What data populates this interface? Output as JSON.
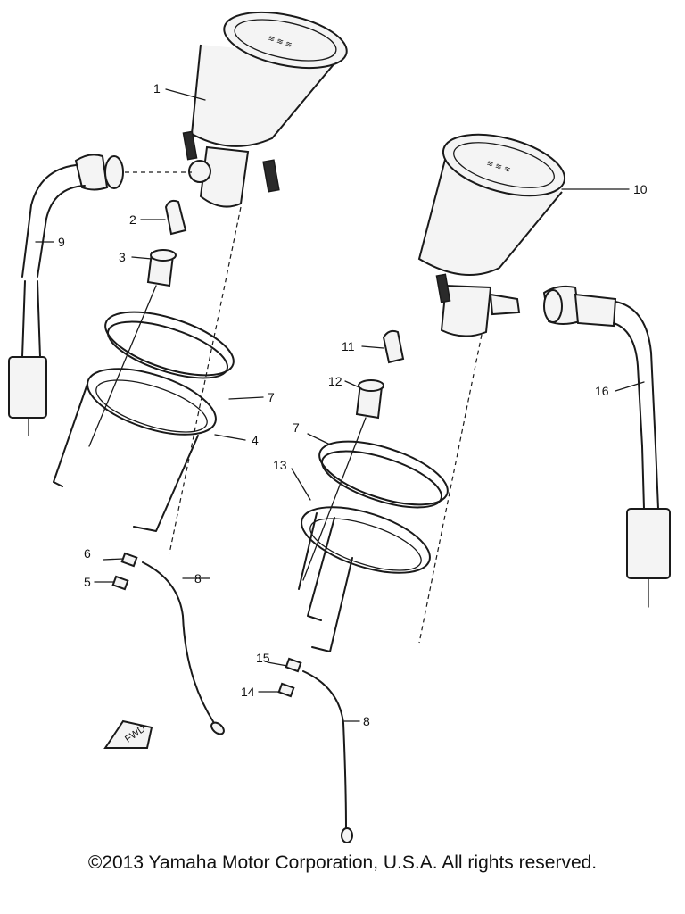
{
  "callouts": {
    "c1": "1",
    "c2": "2",
    "c3": "3",
    "c4": "4",
    "c5": "5",
    "c6": "6",
    "c7a": "7",
    "c7b": "7",
    "c8a": "8",
    "c8b": "8",
    "c9": "9",
    "c10": "10",
    "c11": "11",
    "c12": "12",
    "c13": "13",
    "c14": "14",
    "c15": "15",
    "c16": "16"
  },
  "direction_arrow": {
    "label": "FWD"
  },
  "copyright": "©2013 Yamaha Motor Corporation, U.S.A. All rights reserved."
}
